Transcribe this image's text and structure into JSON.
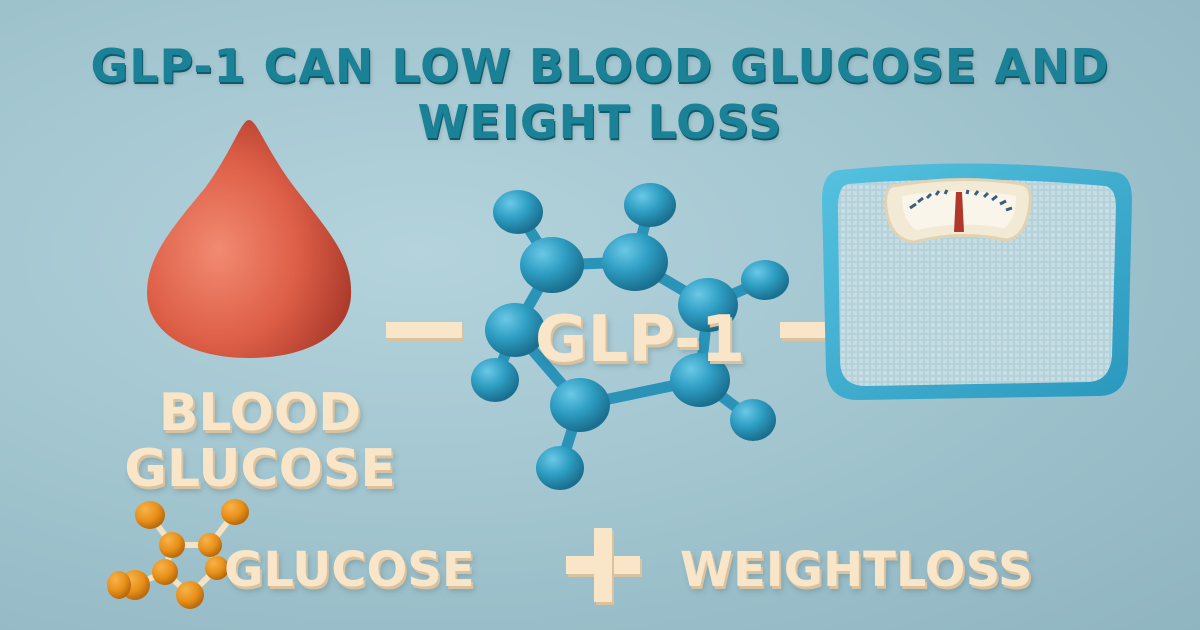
{
  "headline": {
    "line1": "GLP-1 CAN LOW BLOOD GLUCOSE AND",
    "line2": "WEIGHT LOSS"
  },
  "labels": {
    "blood_line1": "BLOOD",
    "blood_line2": "GLUCOSE",
    "center": "GLP-1",
    "bottom_left": "GLUCOSE",
    "bottom_right": "WEIGHTLOSS"
  },
  "icons": {
    "left": "blood-drop-icon",
    "center": "molecule-icon",
    "right": "bathroom-scale-icon",
    "bottom": "glucose-molecule-icon",
    "operator": "plus-icon"
  },
  "colors": {
    "background": "#a3c6d0",
    "title": "#1a8196",
    "cream_text": "#f9e6c8",
    "drop": "#e0644c",
    "molecule": "#2f9fc4",
    "scale_frame": "#3fb1d3",
    "glucose_molecule": "#e8901a"
  }
}
